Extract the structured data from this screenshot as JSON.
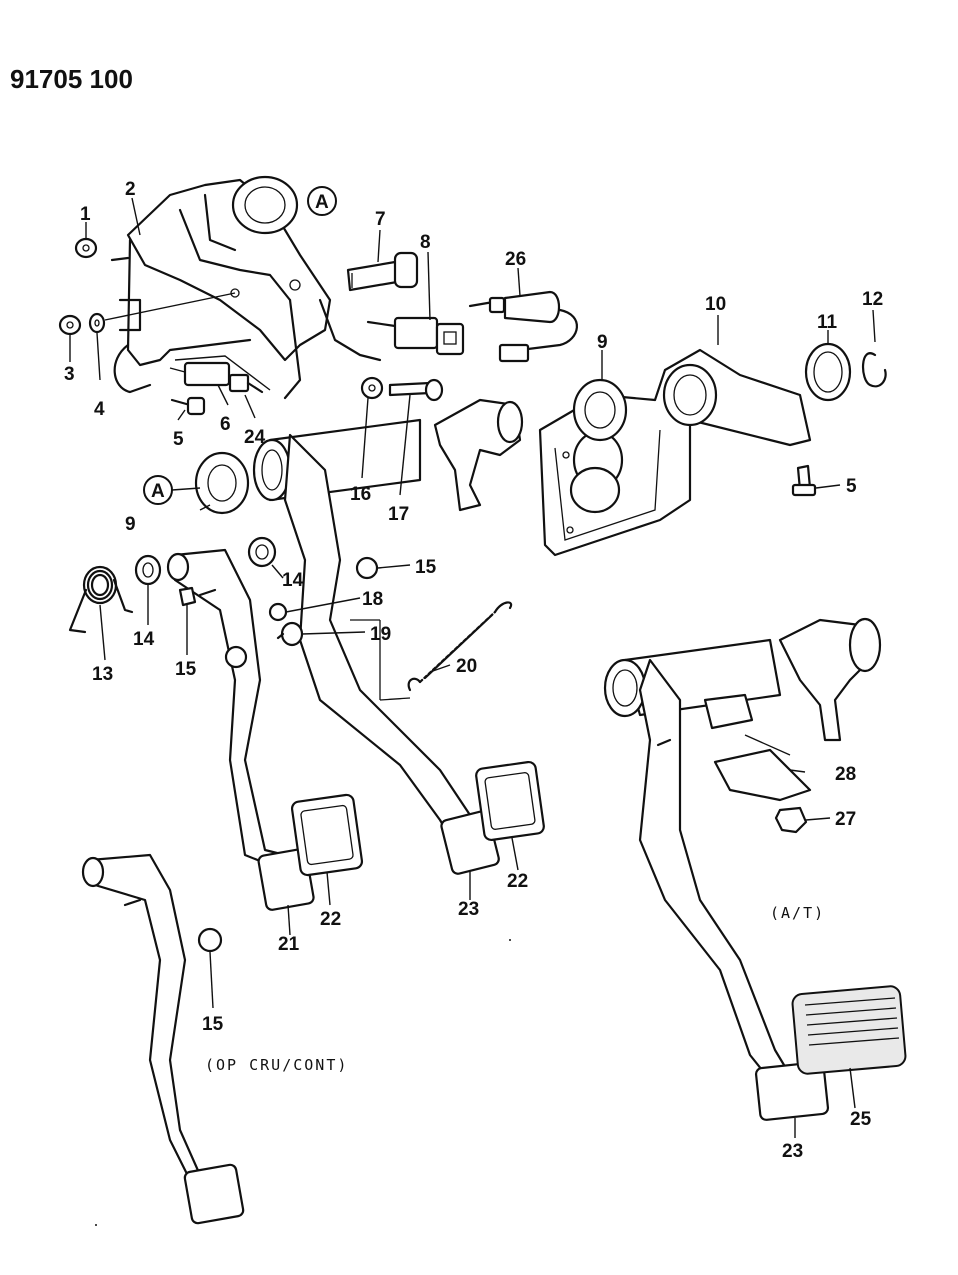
{
  "document_id": "91705 100",
  "callout_A": "A",
  "labels": {
    "n1": "1",
    "n2": "2",
    "n3": "3",
    "n4": "4",
    "n5a": "5",
    "n5b": "5",
    "n6": "6",
    "n7": "7",
    "n8": "8",
    "n9a": "9",
    "n9b": "9",
    "n10": "10",
    "n11": "11",
    "n12": "12",
    "n13": "13",
    "n14a": "14",
    "n14b": "14",
    "n15a": "15",
    "n15b": "15",
    "n15c": "15",
    "n16": "16",
    "n17": "17",
    "n18": "18",
    "n19": "19",
    "n20": "20",
    "n21": "21",
    "n22a": "22",
    "n22b": "22",
    "n23a": "23",
    "n23b": "23",
    "n24": "24",
    "n25": "25",
    "n26": "26",
    "n27": "27",
    "n28": "28"
  },
  "notes": {
    "automatic_transmission": "(A/T)",
    "cruise_control": "(OP CRU/CONT)"
  }
}
